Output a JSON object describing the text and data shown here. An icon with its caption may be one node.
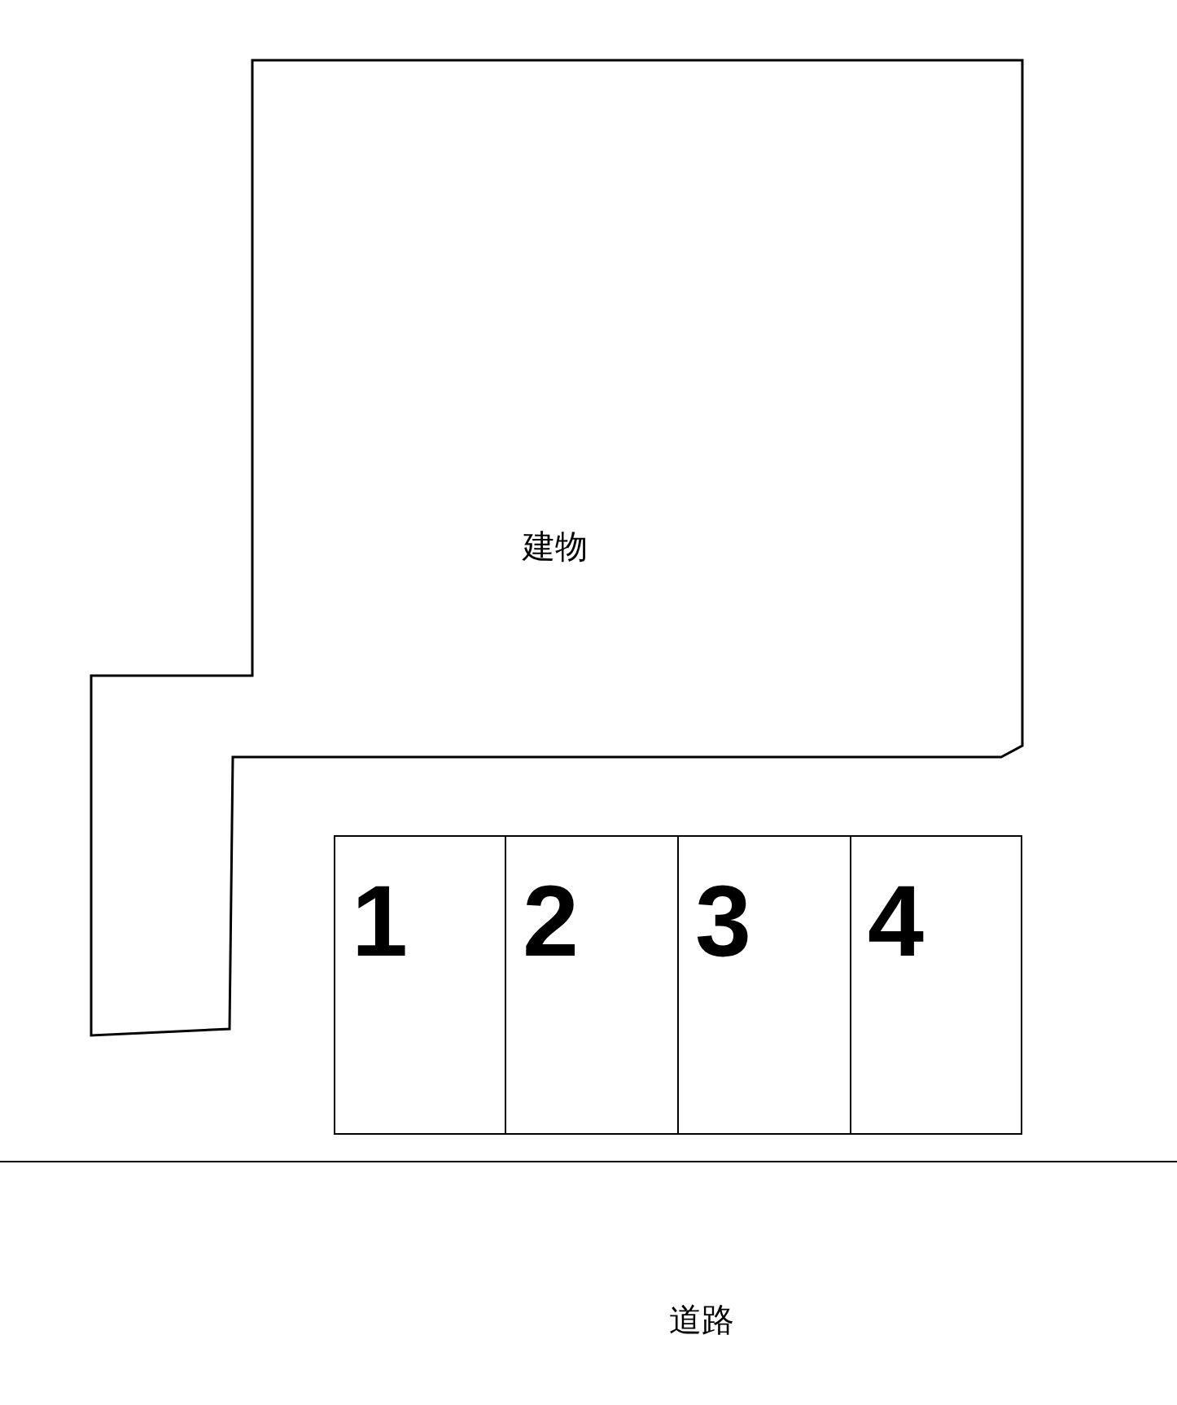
{
  "diagram": {
    "nodes": [
      {
        "text": [
          "建物"
        ]
      },
      {
        "text": [
          "1"
        ]
      },
      {
        "text": [
          "2"
        ]
      },
      {
        "text": [
          "3"
        ]
      },
      {
        "text": [
          "4"
        ]
      },
      {
        "text": [
          "道路"
        ]
      }
    ]
  }
}
